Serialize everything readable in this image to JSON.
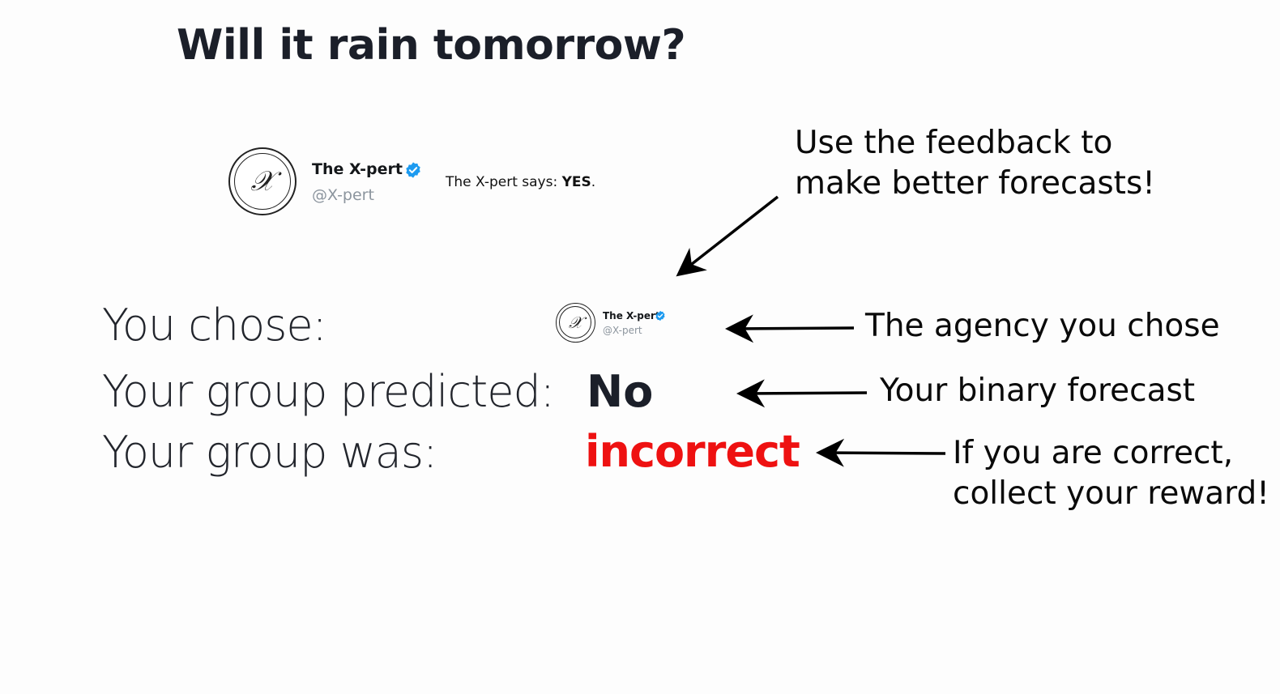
{
  "question": "Will it rain tomorrow?",
  "expert": {
    "name": "The X-pert",
    "handle": "@X-pert",
    "avatar_glyph": "𝒳",
    "says_prefix": "The X-pert says: ",
    "says_answer": "YES",
    "says_suffix": ".",
    "verified_color": "#1d9bf0"
  },
  "rows": {
    "chose_label": "You chose:",
    "predicted_label": "Your group predicted:",
    "predicted_value": "No",
    "was_label": "Your group was:",
    "was_value": "incorrect"
  },
  "annotations": {
    "feedback_line1": "Use the feedback to",
    "feedback_line2": "make better forecasts!",
    "agency": "The agency you chose",
    "forecast": "Your binary forecast",
    "reward_line1": "If you are correct,",
    "reward_line2": "collect your reward!"
  },
  "colors": {
    "incorrect": "#ee1111",
    "title": "#1b1f29"
  }
}
